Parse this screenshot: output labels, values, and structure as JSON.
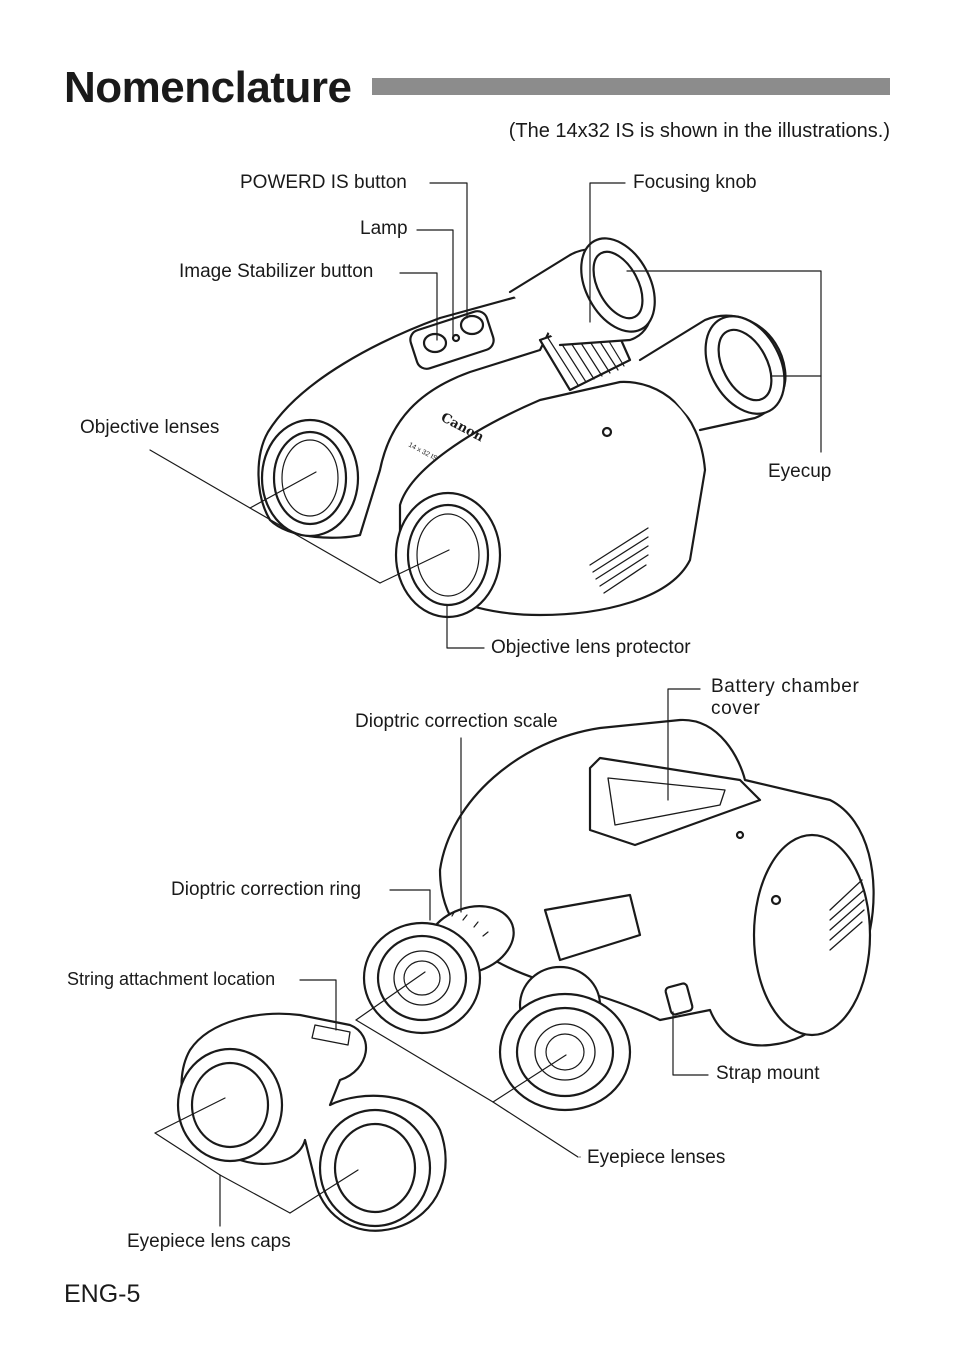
{
  "page": {
    "title": "Nomenclature",
    "subtitle": "(The 14x32 IS is shown in the illustrations.)",
    "page_number": "ENG-5"
  },
  "top_labels": {
    "powerd_is_button": "POWERD IS button",
    "focusing_knob": "Focusing knob",
    "lamp": "Lamp",
    "image_stabilizer_button": "Image Stabilizer button",
    "objective_lenses": "Objective lenses",
    "eyecup": "Eyecup",
    "objective_lens_protector": "Objective lens protector"
  },
  "bottom_labels": {
    "battery_chamber_cover_line1": "Battery chamber",
    "battery_chamber_cover_line2": "cover",
    "dioptric_correction_scale": "Dioptric correction scale",
    "dioptric_correction_ring": "Dioptric correction ring",
    "string_attachment_location": "String attachment location",
    "strap_mount": "Strap mount",
    "eyepiece_lenses": "Eyepiece lenses",
    "eyepiece_lens_caps": "Eyepiece lens caps"
  },
  "product_markings": {
    "brand": "Canon",
    "model": "14 x 32 IS"
  }
}
